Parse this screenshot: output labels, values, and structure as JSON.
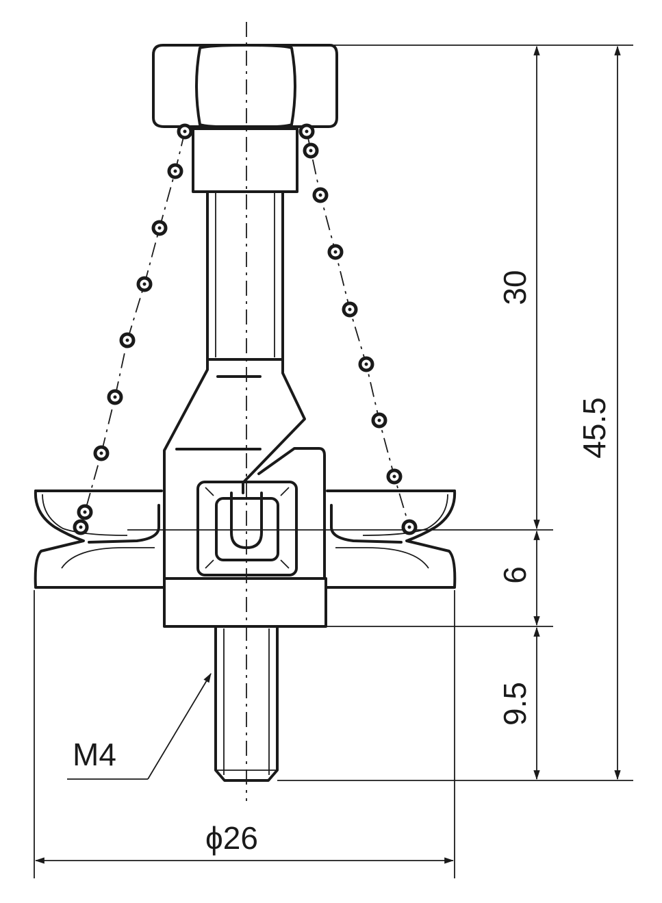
{
  "drawing": {
    "labels": {
      "dim_top": "30",
      "dim_total": "45.5",
      "dim_middle": "6",
      "dim_bottom": "9.5",
      "thread": "M4",
      "diameter": "ϕ26"
    },
    "colors": {
      "line": "#1a1a1a",
      "background": "#ffffff"
    }
  }
}
